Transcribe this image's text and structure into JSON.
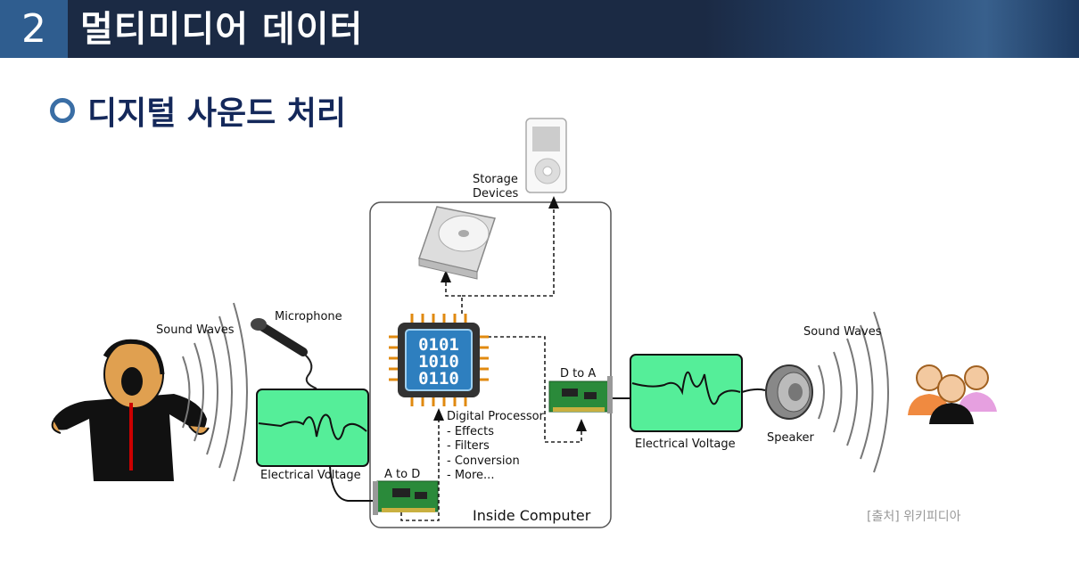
{
  "header": {
    "number": "2",
    "title": "멀티미디어 데이터"
  },
  "subtitle": "디지털 사운드 처리",
  "diagram": {
    "sound_waves_left": "Sound Waves",
    "microphone": "Microphone",
    "electrical_voltage_left": "Electrical Voltage",
    "a_to_d": "A to D",
    "storage_line1": "Storage",
    "storage_line2": "Devices",
    "chip_line1": "0101",
    "chip_line2": "1010",
    "chip_line3": "0110",
    "digital_processor": "Digital Processor",
    "dp_item1": "- Effects",
    "dp_item2": "- Filters",
    "dp_item3": "- Conversion",
    "dp_item4": "- More...",
    "inside_computer": "Inside Computer",
    "d_to_a": "D to A",
    "electrical_voltage_right": "Electrical Voltage",
    "speaker": "Speaker",
    "sound_waves_right": "Sound Waves"
  },
  "source": "[출처] 위키피디아",
  "colors": {
    "header_bg": "#1b2a44",
    "accent": "#2f5d8f",
    "screen_green": "#55ee99",
    "chip_blue": "#2e7fbf",
    "pcb_green": "#2a8a3a"
  }
}
